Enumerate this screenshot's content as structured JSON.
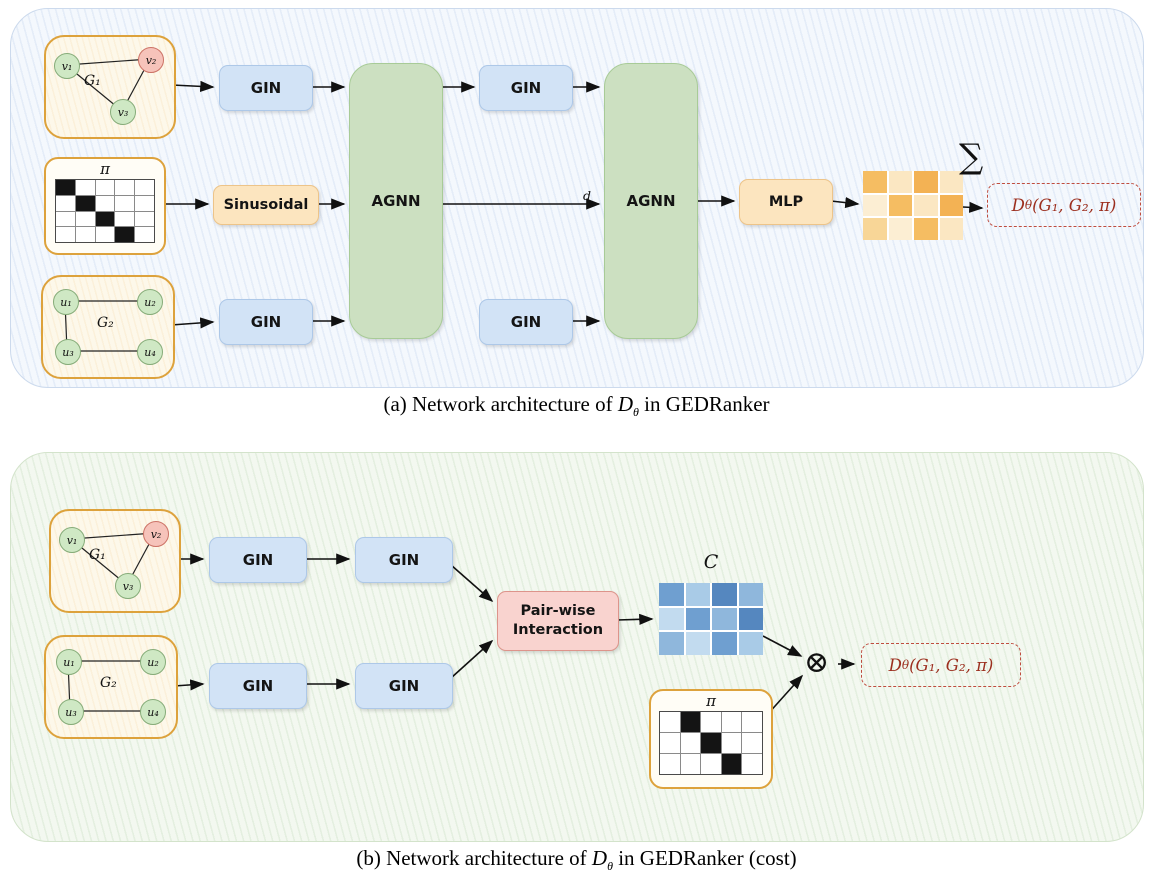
{
  "panel_a": {
    "caption": {
      "prefix": "(a) Network architecture of ",
      "var": "D",
      "sub": "θ",
      "suffix": " in GEDRanker"
    },
    "g1": {
      "label": "G₁",
      "v1": "v₁",
      "v2": "v₂",
      "v3": "v₃"
    },
    "g2": {
      "label": "G₂",
      "u1": "u₁",
      "u2": "u₂",
      "u3": "u₃",
      "u4": "u₄"
    },
    "pi": {
      "label": "π",
      "grid": [
        [
          1,
          0,
          0,
          0,
          0
        ],
        [
          0,
          1,
          0,
          0,
          0
        ],
        [
          0,
          0,
          1,
          0,
          0
        ],
        [
          0,
          0,
          0,
          1,
          0
        ]
      ]
    },
    "labels": {
      "gin": "GIN",
      "agnn": "AGNN",
      "sinusoidal": "Sinusoidal",
      "mlp": "MLP",
      "d": "d",
      "sigma": "∑"
    },
    "heatmap": [
      [
        "#f5bd62",
        "#fbe7c2",
        "#f3b254",
        "#fbe7c2"
      ],
      [
        "#fceed3",
        "#f5bd62",
        "#fbe7c2",
        "#f3b254"
      ],
      [
        "#f8d697",
        "#fceed3",
        "#f5bd62",
        "#fbe7c2"
      ]
    ],
    "output": {
      "var": "D",
      "sub": "θ",
      "args": "(G₁, G₂, π)"
    }
  },
  "panel_b": {
    "caption": {
      "prefix": "(b) Network architecture of ",
      "var": "D",
      "sub": "θ",
      "suffix": " in GEDRanker (cost)"
    },
    "g1": {
      "label": "G₁",
      "v1": "v₁",
      "v2": "v₂",
      "v3": "v₃"
    },
    "g2": {
      "label": "G₂",
      "u1": "u₁",
      "u2": "u₂",
      "u3": "u₃",
      "u4": "u₄"
    },
    "pi": {
      "label": "π",
      "grid": [
        [
          0,
          1,
          0,
          0,
          0
        ],
        [
          0,
          0,
          1,
          0,
          0
        ],
        [
          0,
          0,
          0,
          1,
          0
        ]
      ]
    },
    "labels": {
      "gin": "GIN",
      "pairwise_1": "Pair-wise",
      "pairwise_2": "Interaction",
      "c": "C",
      "otimes": "⊗"
    },
    "heatmap": [
      [
        "#6f9fd0",
        "#a9cbe7",
        "#5587bf",
        "#8fb7dc"
      ],
      [
        "#c2dbef",
        "#6f9fd0",
        "#8fb7dc",
        "#5587bf"
      ],
      [
        "#8fb7dc",
        "#c2dbef",
        "#6f9fd0",
        "#a9cbe7"
      ]
    ],
    "output": {
      "var": "D",
      "sub": "θ",
      "args": "(G₁, G₂, π)"
    }
  }
}
